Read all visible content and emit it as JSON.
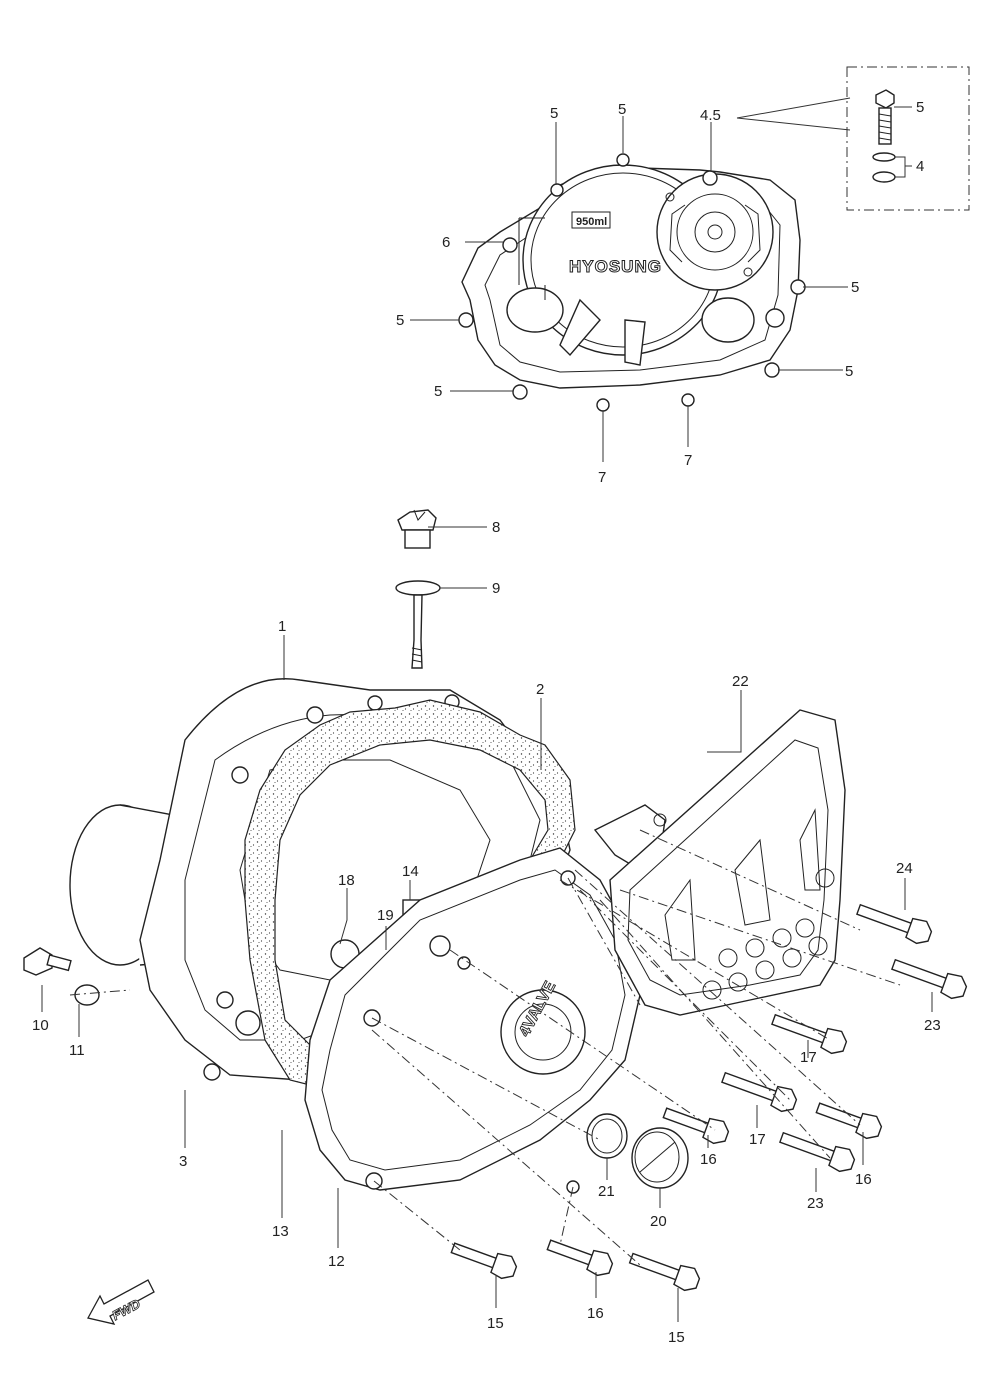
{
  "cover_text": {
    "brand": "HYOSUNG",
    "capacity": "950ml",
    "valve": "4VALVE"
  },
  "fwd_label": "FWD",
  "callouts": [
    {
      "id": "c-5a",
      "label": "5"
    },
    {
      "id": "c-5b",
      "label": "5"
    },
    {
      "id": "c-45",
      "label": "4.5"
    },
    {
      "id": "c-5c",
      "label": "5"
    },
    {
      "id": "c-4",
      "label": "4"
    },
    {
      "id": "c-6",
      "label": "6"
    },
    {
      "id": "c-5d",
      "label": "5"
    },
    {
      "id": "c-5e",
      "label": "5"
    },
    {
      "id": "c-5f",
      "label": "5"
    },
    {
      "id": "c-5g",
      "label": "5"
    },
    {
      "id": "c-7a",
      "label": "7"
    },
    {
      "id": "c-7b",
      "label": "7"
    },
    {
      "id": "c-8",
      "label": "8"
    },
    {
      "id": "c-9",
      "label": "9"
    },
    {
      "id": "c-1",
      "label": "1"
    },
    {
      "id": "c-2",
      "label": "2"
    },
    {
      "id": "c-22",
      "label": "22"
    },
    {
      "id": "c-18",
      "label": "18"
    },
    {
      "id": "c-14",
      "label": "14"
    },
    {
      "id": "c-19",
      "label": "19"
    },
    {
      "id": "c-24",
      "label": "24"
    },
    {
      "id": "c-10",
      "label": "10"
    },
    {
      "id": "c-11",
      "label": "11"
    },
    {
      "id": "c-23a",
      "label": "23"
    },
    {
      "id": "c-17a",
      "label": "17"
    },
    {
      "id": "c-3",
      "label": "3"
    },
    {
      "id": "c-17b",
      "label": "17"
    },
    {
      "id": "c-16a",
      "label": "16"
    },
    {
      "id": "c-16b",
      "label": "16"
    },
    {
      "id": "c-21",
      "label": "21"
    },
    {
      "id": "c-23b",
      "label": "23"
    },
    {
      "id": "c-20",
      "label": "20"
    },
    {
      "id": "c-13",
      "label": "13"
    },
    {
      "id": "c-12",
      "label": "12"
    },
    {
      "id": "c-15a",
      "label": "15"
    },
    {
      "id": "c-16c",
      "label": "16"
    },
    {
      "id": "c-15b",
      "label": "15"
    }
  ]
}
